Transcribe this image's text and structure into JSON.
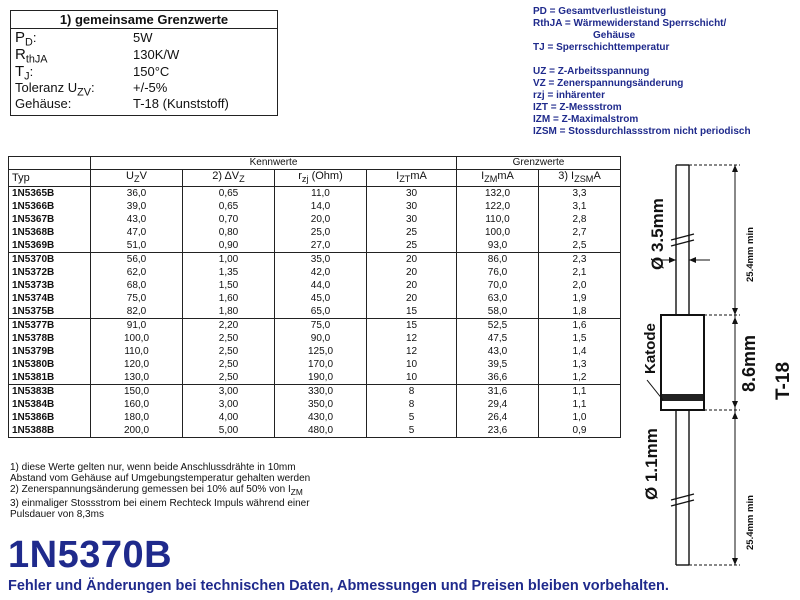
{
  "limits": {
    "title": "1) gemeinsame Grenzwerte",
    "rows": [
      {
        "label": "P",
        "sub": "D",
        "colon": ":",
        "value": "5W"
      },
      {
        "label": "R",
        "sub": "thJA",
        "colon": "",
        "value": "130K/W"
      },
      {
        "label": "T",
        "sub": "J",
        "colon": ":",
        "value": "150°C"
      },
      {
        "label": "Toleranz U",
        "sub": "ZV",
        "colon": ":",
        "value": "+/-5%"
      },
      {
        "label": "Gehäuse:",
        "sub": "",
        "colon": "",
        "value": "T-18 (Kunststoff)"
      }
    ]
  },
  "legend": [
    "PD = Gesamtverlustleistung",
    "RthJA = Wärmewiderstand Sperrschicht/",
    "          Gehäuse",
    "TJ = Sperrschichttemperatur",
    "",
    "UZ = Z-Arbeitsspannung",
    "VZ = Zenerspannungsänderung",
    "rzj = inhärenter",
    "IZT = Z-Messstrom",
    "IZM = Z-Maximalstrom",
    "IZSM = Stossdurchlassstrom nicht periodisch"
  ],
  "table": {
    "group_kennwerte": "Kennwerte",
    "group_grenzwerte": "Grenzwerte",
    "headers": {
      "typ": "Typ",
      "uz_main": "U",
      "uz_sub": "Z",
      "uz_suffix": "V",
      "dvz_pre": "2) ΔV",
      "dvz_sub": "Z",
      "rzj_main": "r",
      "rzj_sub": "zj",
      "rzj_suffix": " (Ohm)",
      "izt_main": "I",
      "izt_sub": "ZT",
      "izt_suffix": "mA",
      "izm_main": "I",
      "izm_sub": "ZM",
      "izm_suffix": "mA",
      "izsm_pre": "3) I",
      "izsm_sub": "ZSM",
      "izsm_suffix": "A"
    },
    "rows": [
      [
        "1N5365B",
        "36,0",
        "0,65",
        "11,0",
        "30",
        "132,0",
        "3,3"
      ],
      [
        "1N5366B",
        "39,0",
        "0,65",
        "14,0",
        "30",
        "122,0",
        "3,1"
      ],
      [
        "1N5367B",
        "43,0",
        "0,70",
        "20,0",
        "30",
        "110,0",
        "2,8"
      ],
      [
        "1N5368B",
        "47,0",
        "0,80",
        "25,0",
        "25",
        "100,0",
        "2,7"
      ],
      [
        "1N5369B",
        "51,0",
        "0,90",
        "27,0",
        "25",
        "93,0",
        "2,5"
      ],
      [
        "1N5370B",
        "56,0",
        "1,00",
        "35,0",
        "20",
        "86,0",
        "2,3"
      ],
      [
        "1N5372B",
        "62,0",
        "1,35",
        "42,0",
        "20",
        "76,0",
        "2,1"
      ],
      [
        "1N5373B",
        "68,0",
        "1,50",
        "44,0",
        "20",
        "70,0",
        "2,0"
      ],
      [
        "1N5374B",
        "75,0",
        "1,60",
        "45,0",
        "20",
        "63,0",
        "1,9"
      ],
      [
        "1N5375B",
        "82,0",
        "1,80",
        "65,0",
        "15",
        "58,0",
        "1,8"
      ],
      [
        "1N5377B",
        "91,0",
        "2,20",
        "75,0",
        "15",
        "52,5",
        "1,6"
      ],
      [
        "1N5378B",
        "100,0",
        "2,50",
        "90,0",
        "12",
        "47,5",
        "1,5"
      ],
      [
        "1N5379B",
        "110,0",
        "2,50",
        "125,0",
        "12",
        "43,0",
        "1,4"
      ],
      [
        "1N5380B",
        "120,0",
        "2,50",
        "170,0",
        "10",
        "39,5",
        "1,3"
      ],
      [
        "1N5381B",
        "130,0",
        "2,50",
        "190,0",
        "10",
        "36,6",
        "1,2"
      ],
      [
        "1N5383B",
        "150,0",
        "3,00",
        "330,0",
        "8",
        "31,6",
        "1,1"
      ],
      [
        "1N5384B",
        "160,0",
        "3,00",
        "350,0",
        "8",
        "29,4",
        "1,1"
      ],
      [
        "1N5386B",
        "180,0",
        "4,00",
        "430,0",
        "5",
        "26,4",
        "1,0"
      ],
      [
        "1N5388B",
        "200,0",
        "5,00",
        "480,0",
        "5",
        "23,6",
        "0,9"
      ]
    ]
  },
  "notes": [
    "1) diese Werte gelten nur, wenn beide Anschlussdrähte in 10mm",
    "Abstand vom Gehäuse auf Umgebungstemperatur gehalten werden",
    "2) Zenerspannungsänderung gemessen bei 10% auf 50% von I",
    "3) einmaliger Stossstrom bei einem Rechteck Impuls während einer",
    "Pulsdauer von 8,3ms"
  ],
  "note_izm_sub": "ZM",
  "part_number": "1N5370B",
  "disclaimer": "Fehler und Änderungen bei technischen Daten, Abmessungen und Preisen bleiben vorbehalten.",
  "drawing": {
    "lead_dia_top": "Ø 3.5mm",
    "lead_len_top": "25.4mm min",
    "katode": "Katode",
    "body_len": "8.6mm",
    "package": "T-18",
    "lead_dia_bottom": "Ø 1.1mm",
    "lead_len_bottom": "25.4mm min"
  },
  "colors": {
    "accent_blue": "#1f2a8c",
    "ink": "#111111"
  }
}
